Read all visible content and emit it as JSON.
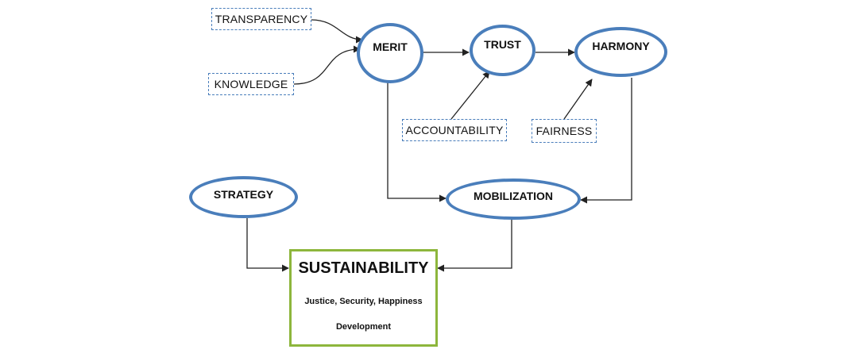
{
  "factors": {
    "transparency": "TRANSPARENCY",
    "knowledge": "KNOWLEDGE",
    "accountability": "ACCOUNTABILITY",
    "fairness": "FAIRNESS"
  },
  "stages": {
    "merit": "MERIT",
    "trust": "TRUST",
    "harmony": "HARMONY",
    "mobilization": "MOBILIZATION",
    "strategy": "STRATEGY"
  },
  "outcome": {
    "title": "SUSTAINABILITY",
    "line1": "Justice, Security, Happiness",
    "line2": "Development"
  },
  "colors": {
    "ellipse_border": "#4a7ebb",
    "outcome_border": "#8db63c",
    "connector": "#222222"
  }
}
